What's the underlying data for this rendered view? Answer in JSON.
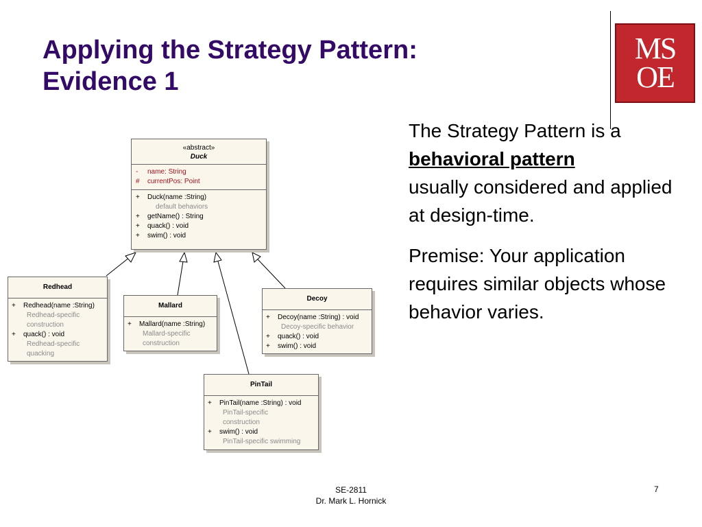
{
  "title": {
    "line1": "Applying the Strategy Pattern:",
    "line2": "Evidence 1"
  },
  "logo": {
    "line1": "MS",
    "line2": "OE"
  },
  "body": {
    "para1_pre": "The Strategy Pattern is a",
    "para1_emph": "behavioral pattern",
    "para1_post": "usually considered and applied at design-time.",
    "para2": "Premise: Your application requires similar objects whose behavior varies."
  },
  "diagram": {
    "duck": {
      "stereotype": "«abstract»",
      "name": "Duck",
      "attributes": [
        {
          "vis": "-",
          "text": "name:  String"
        },
        {
          "vis": "#",
          "text": "currentPos:  Point"
        }
      ],
      "operations": [
        {
          "vis": "+",
          "text": "Duck(name :String)"
        },
        {
          "note": "default behaviors"
        },
        {
          "vis": "+",
          "text": "getName() : String"
        },
        {
          "vis": "+",
          "text": "quack() : void"
        },
        {
          "vis": "+",
          "text": "swim() : void"
        }
      ]
    },
    "redhead": {
      "name": "Redhead",
      "operations": [
        {
          "vis": "+",
          "text": "Redhead(name :String)"
        },
        {
          "note": "Redhead-specific"
        },
        {
          "note": "construction"
        },
        {
          "vis": "+",
          "text": "quack() : void"
        },
        {
          "note": "Redhead-specific"
        },
        {
          "note": "quacking"
        }
      ]
    },
    "mallard": {
      "name": "Mallard",
      "operations": [
        {
          "vis": "+",
          "text": "Mallard(name :String)"
        },
        {
          "note": "Mallard-specific"
        },
        {
          "note": "construction"
        }
      ]
    },
    "decoy": {
      "name": "Decoy",
      "operations": [
        {
          "vis": "+",
          "text": "Decoy(name :String) : void"
        },
        {
          "note": "Decoy-specific behavior"
        },
        {
          "vis": "+",
          "text": "quack() : void"
        },
        {
          "vis": "+",
          "text": "swim() : void"
        }
      ]
    },
    "pintail": {
      "name": "PinTail",
      "operations": [
        {
          "vis": "+",
          "text": "PinTail(name :String) : void"
        },
        {
          "note": "PinTail-specific"
        },
        {
          "note": "construction"
        },
        {
          "vis": "+",
          "text": "swim() : void"
        },
        {
          "note": "PinTail-specific swimming"
        }
      ]
    }
  },
  "footer": {
    "course": "SE-2811",
    "author": "Dr. Mark L. Hornick",
    "page": "7"
  },
  "colors": {
    "title": "#330a66",
    "logo": "#c1272d",
    "uml_fill": "#fbf6ec",
    "attr": "#a3121c"
  }
}
